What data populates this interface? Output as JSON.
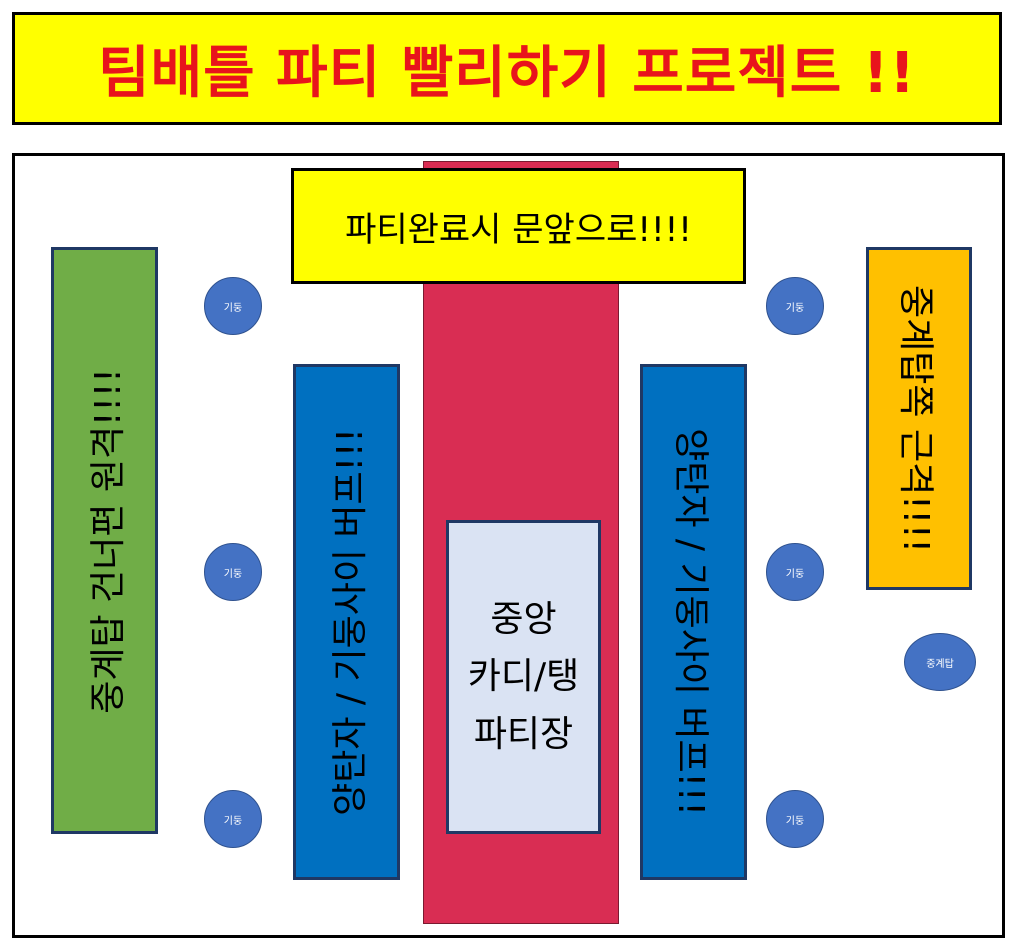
{
  "title": "팀배틀 파티 빨리하기 프로젝트 !!",
  "zones": {
    "far_ranged": "중계탑 건너편 원격!!!!",
    "left_dealer": "양탄자 / 기둥사이 버프!!!",
    "right_dealer": "양탄자 / 기둥사이 버프!!!",
    "near_melee": "중계탑쪽 근격!!!!"
  },
  "door_sign": "파티완료시 문앞으로!!!!",
  "center_party": {
    "line1": "중앙",
    "line2": "카디/탱",
    "line3": "파티장"
  },
  "pillars": [
    {
      "label": "기둥"
    },
    {
      "label": "기둥"
    },
    {
      "label": "기둥"
    },
    {
      "label": "기둥"
    },
    {
      "label": "기둥"
    },
    {
      "label": "기둥"
    }
  ],
  "relay_tower": "중계탑",
  "colors": {
    "title_bg": "#ffff00",
    "title_text": "#e8141c",
    "green_zone": "#70ad47",
    "blue_zone": "#0070c0",
    "orange_zone": "#ffc000",
    "red_strip": "#d92d53",
    "center_box": "#dae3f3",
    "pillar": "#4472c4"
  }
}
